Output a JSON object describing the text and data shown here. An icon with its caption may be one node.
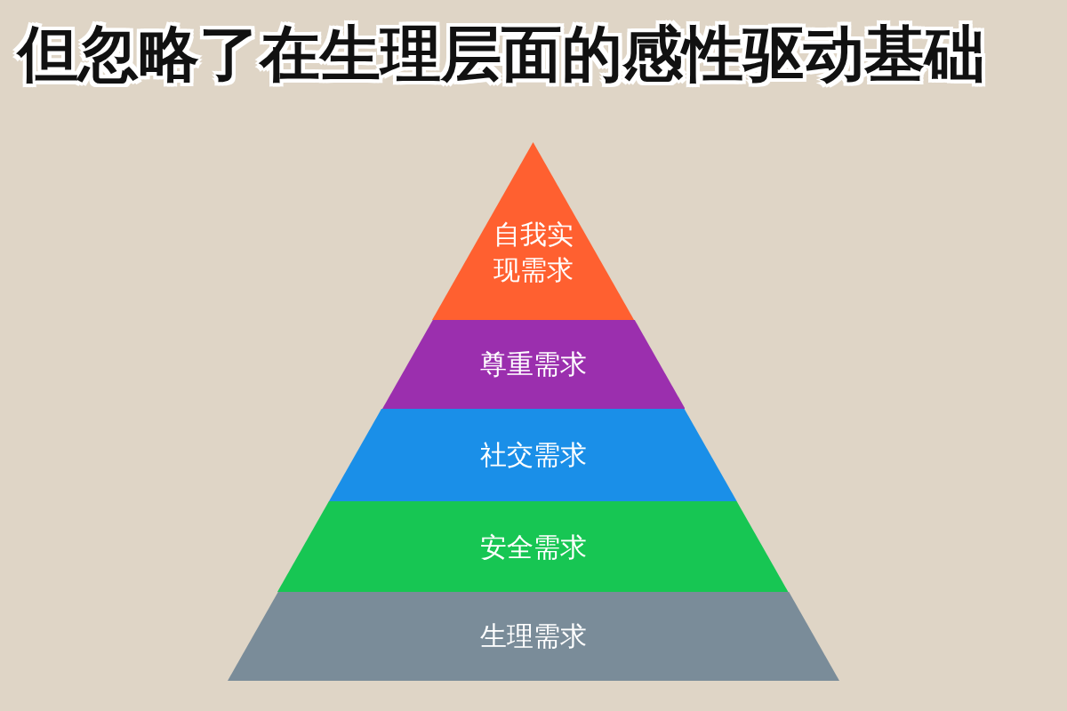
{
  "diagram": {
    "title": "但忽略了在生理层面的感性驱动基础",
    "nodes": [
      {
        "text": [
          "自我实现需求"
        ]
      },
      {
        "text": [
          "尊重需求"
        ]
      },
      {
        "text": [
          "社交需求"
        ]
      },
      {
        "text": [
          "安全需求"
        ]
      },
      {
        "text": [
          "生理需求"
        ]
      }
    ]
  }
}
